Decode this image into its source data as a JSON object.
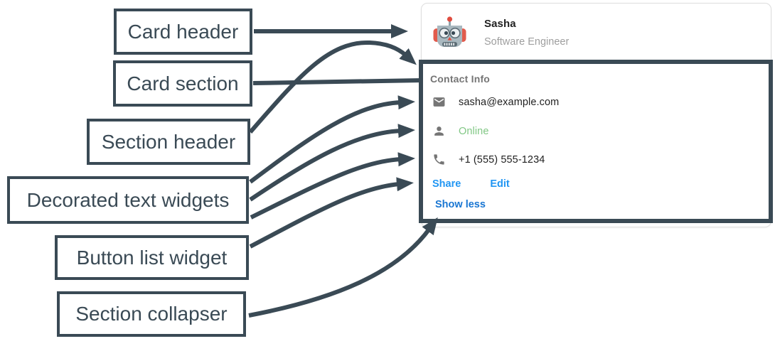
{
  "palette": {
    "annotation": "#3A4A55",
    "link_blue": "#2196F3",
    "link_blue_bold": "#1976D2",
    "online_green": "#81C784",
    "muted_gray": "#757575",
    "icon_gray": "#757575",
    "card_border": "#DEDEDE",
    "title_dark": "#212121",
    "subtitle_gray": "#9E9E9E"
  },
  "annotations": {
    "labels": [
      {
        "id": "card-header",
        "text": "Card header"
      },
      {
        "id": "card-section",
        "text": "Card section"
      },
      {
        "id": "section-header",
        "text": "Section header"
      },
      {
        "id": "decorated-text-widgets",
        "text": "Decorated text widgets"
      },
      {
        "id": "button-list-widget",
        "text": "Button list widget"
      },
      {
        "id": "section-collapser",
        "text": "Section collapser"
      }
    ]
  },
  "card": {
    "header": {
      "avatar_icon": "robot-avatar-icon",
      "title": "Sasha",
      "subtitle": "Software Engineer"
    },
    "section": {
      "header": "Contact Info",
      "rows": [
        {
          "icon": "email-icon",
          "text": "sasha@example.com"
        },
        {
          "icon": "person-icon",
          "text": "Online"
        },
        {
          "icon": "phone-icon",
          "text": "+1 (555) 555-1234"
        }
      ],
      "buttons": [
        {
          "label": "Share"
        },
        {
          "label": "Edit"
        }
      ],
      "collapser_label": "Show less"
    }
  }
}
